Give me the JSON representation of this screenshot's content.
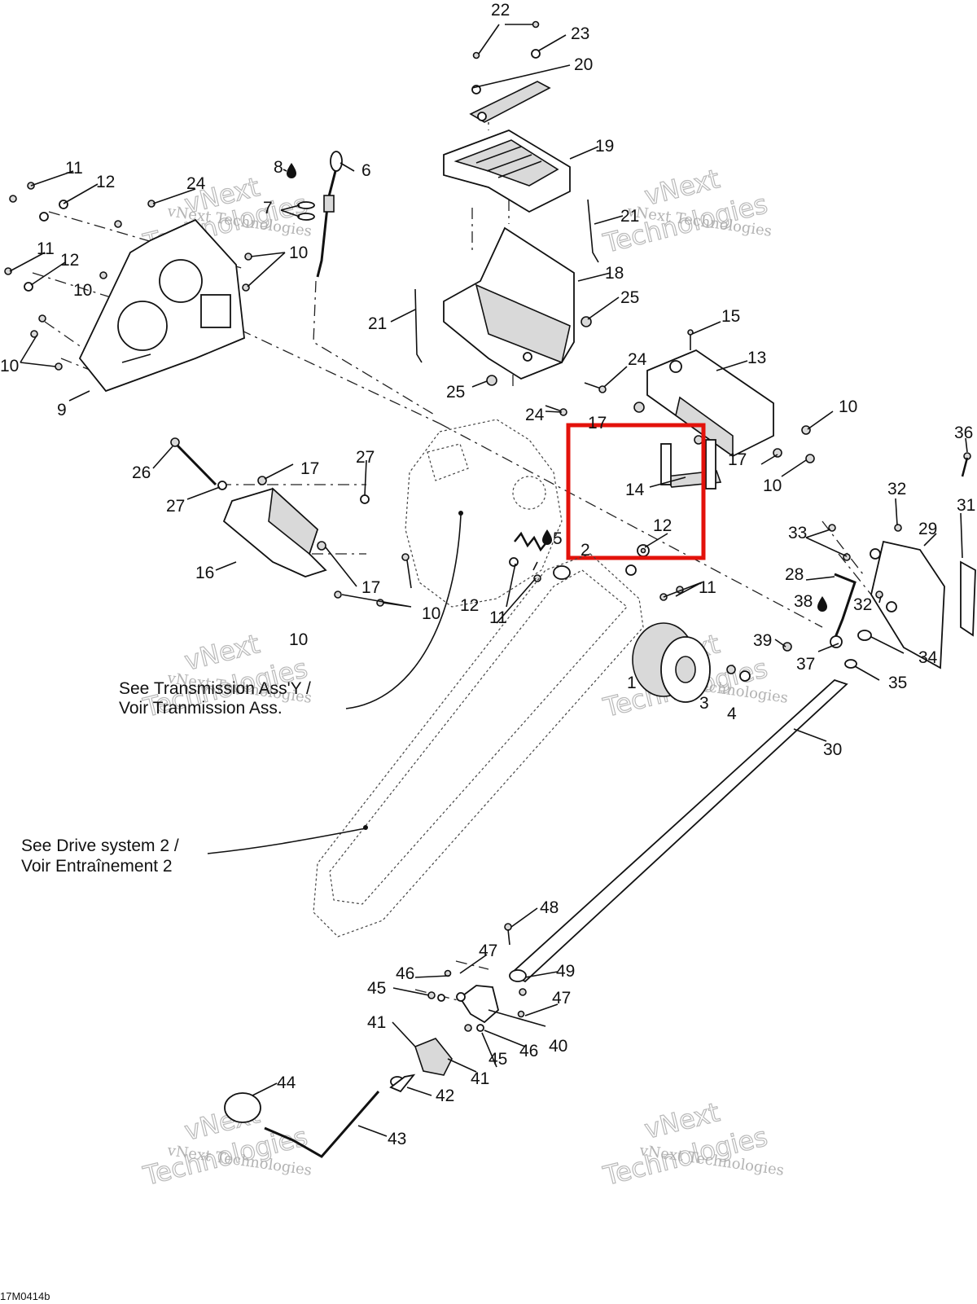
{
  "callouts": {
    "c22": "22",
    "c23": "23",
    "c20": "20",
    "c19": "19",
    "c21a": "21",
    "c18": "18",
    "c21b": "21",
    "c25a": "25",
    "c25b": "25",
    "c24a": "24",
    "c24b": "24",
    "c24c": "24",
    "c15": "15",
    "c13": "13",
    "c10a": "10",
    "c10b": "10",
    "c10c": "10",
    "c10d": "10",
    "c10e": "10",
    "c10f": "10",
    "c10g": "10",
    "c11a": "11",
    "c11b": "11",
    "c11c": "11",
    "c11d": "11",
    "c12a": "12",
    "c12b": "12",
    "c12c": "12",
    "c12d": "12",
    "c8": "8",
    "c7": "7",
    "c6": "6",
    "c9": "9",
    "c26": "26",
    "c27a": "27",
    "c27b": "27",
    "c17a": "17",
    "c17b": "17",
    "c17c": "17",
    "c17d": "17",
    "c16": "16",
    "c14": "14",
    "c5": "5",
    "c2": "2",
    "c1": "1",
    "c3": "3",
    "c4": "4",
    "c36": "36",
    "c32a": "32",
    "c32b": "32",
    "c31": "31",
    "c33": "33",
    "c29": "29",
    "c28": "28",
    "c38": "38",
    "c39": "39",
    "c37": "37",
    "c34": "34",
    "c35": "35",
    "c30": "30",
    "c48": "48",
    "c47a": "47",
    "c47b": "47",
    "c49": "49",
    "c46a": "46",
    "c46b": "46",
    "c45a": "45",
    "c45b": "45",
    "c41a": "41",
    "c41b": "41",
    "c40": "40",
    "c42": "42",
    "c44": "44",
    "c43": "43"
  },
  "notes": {
    "transmission_line1": "See Transmission Ass'Y /",
    "transmission_line2": "Voir Tranmission Ass.",
    "drive_line1": "See Drive system 2 /",
    "drive_line2": "Voir Entraînement 2"
  },
  "watermark": {
    "small": "vNext Technologies",
    "large_top": "vNext",
    "large_bottom": "Technologies"
  },
  "drawing_code": "17M0414b",
  "highlight": {
    "color": "#e3120b",
    "label": "highlighted parts 14 and 12"
  },
  "icons": {
    "oil_drop": "oil-drop-icon"
  }
}
